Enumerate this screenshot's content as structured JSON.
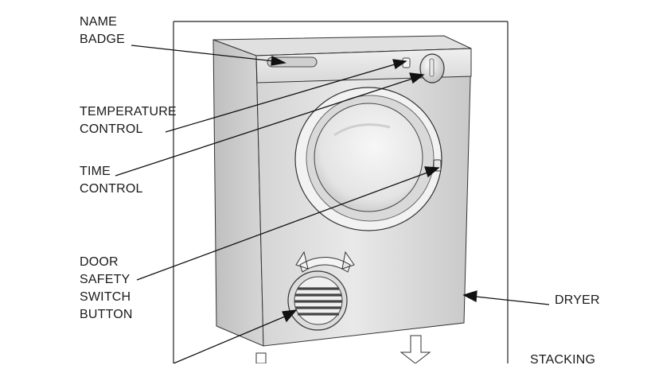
{
  "labels": {
    "name_badge": [
      "NAME",
      "BADGE"
    ],
    "temperature_control": [
      "TEMPERATURE",
      "CONTROL"
    ],
    "time_control": [
      "TIME",
      "CONTROL"
    ],
    "door_safety_switch_button": [
      "DOOR",
      "SAFETY",
      "SWITCH",
      "BUTTON"
    ],
    "dryer": [
      "DRYER"
    ],
    "stacking": [
      "STACKING"
    ]
  },
  "colors": {
    "line": "#111111",
    "body_light": "#e6e6e6",
    "body_dark": "#bdbdbd",
    "frame": "#222222"
  }
}
